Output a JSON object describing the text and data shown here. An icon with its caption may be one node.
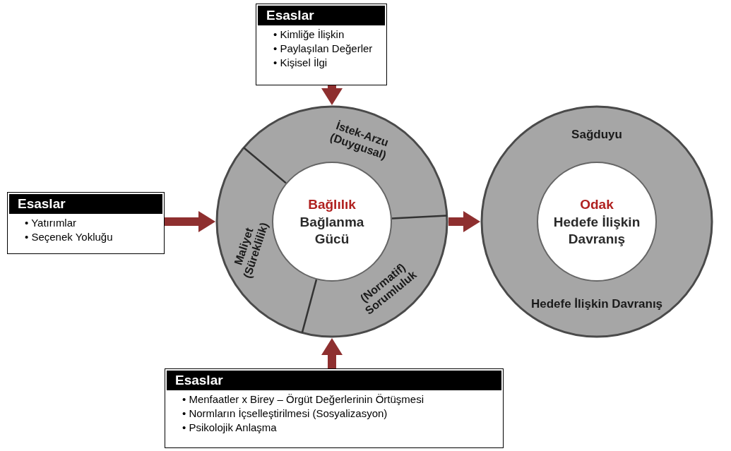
{
  "diagram": {
    "nodes": [
      {
        "text": [
          "Esaslar",
          "• Kimliğe İlişkin",
          "• Paylaşılan Değerler",
          "• Kişisel İlgi"
        ]
      },
      {
        "text": [
          "Esaslar",
          "• Yatırımlar",
          "• Seçenek Yokluğu"
        ]
      },
      {
        "text": [
          "Esaslar",
          "• Menfaatler x Birey – Örgüt Değerlerinin Örtüşmesi",
          "• Normların İçselleştirilmesi (Sosyalizasyon)",
          "• Psikolojik Anlaşma"
        ]
      },
      {
        "text": [],
        "shape": "circle"
      },
      {
        "text": [
          "İstek-Arzu (Duygusal)"
        ],
        "in": 3
      },
      {
        "text": [
          "Maliyet (Süreklilik)"
        ],
        "in": 3
      },
      {
        "text": [
          "(Normatif) Sorumluluk"
        ],
        "in": 3
      },
      {
        "text": [
          "Bağlılık",
          "Bağlanma Gücü"
        ],
        "in": 3
      },
      {
        "text": [
          "Sağduyu",
          "Hedefe İlişkin Davranış"
        ]
      },
      {
        "text": [
          "Odak",
          "Hedefe İlişkin Davranış"
        ],
        "in": 8
      }
    ],
    "edges": [
      {
        "from": 0,
        "to": 3,
        "arrow": "to"
      },
      {
        "from": 1,
        "to": 3,
        "arrow": "to"
      },
      {
        "from": 2,
        "to": 3,
        "arrow": "to"
      },
      {
        "from": 3,
        "to": 8,
        "arrow": "to"
      }
    ]
  }
}
